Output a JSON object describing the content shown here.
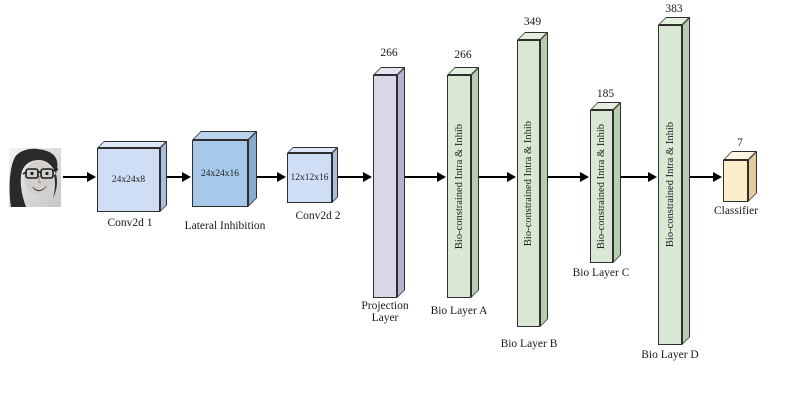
{
  "nodes": {
    "conv1": {
      "dims": "24x24x8",
      "caption": "Conv2d 1"
    },
    "lateral": {
      "dims": "24x24x16",
      "caption": "Lateral Inhibition"
    },
    "conv2": {
      "dims": "12x12x16",
      "caption": "Conv2d 2"
    },
    "projection": {
      "top_label": "266",
      "caption_line1": "Projection",
      "caption_line2": "Layer"
    },
    "bioA": {
      "top_label": "266",
      "body_label": "Bio-constrained Intra & Inhib",
      "caption": "Bio Layer A"
    },
    "bioB": {
      "top_label": "349",
      "body_label": "Bio-constrained Intra & Inhib",
      "caption": "Bio Layer B"
    },
    "bioC": {
      "top_label": "185",
      "body_label": "Bio-constrained Intra & Inhib",
      "caption": "Bio Layer C"
    },
    "bioD": {
      "top_label": "383",
      "body_label": "Bio-constrained Intra & Inhib",
      "caption": "Bio Layer D"
    },
    "classifier": {
      "top_label": "7",
      "caption": "Classifier"
    }
  },
  "input": {
    "icon": "face-photo",
    "description": "grayscale portrait photo of a smiling woman with glasses"
  },
  "colors": {
    "conv_blue": "#cfdef4",
    "lateral_blue": "#a6c8e9",
    "projection_purple": "#dcd6e9",
    "bio_green": "#d8e8d2",
    "classifier_cream": "#fdeecb",
    "stroke": "#2e2e2e",
    "arrow": "#000000"
  }
}
